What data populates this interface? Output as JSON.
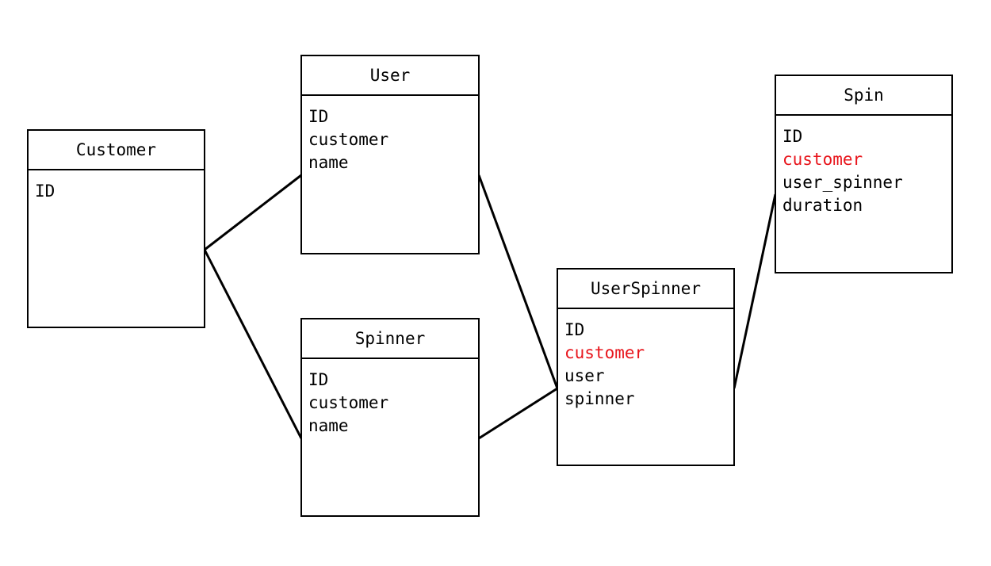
{
  "entities": {
    "customer": {
      "title": "Customer",
      "fields": [
        {
          "name": "ID",
          "highlight": false
        }
      ]
    },
    "user": {
      "title": "User",
      "fields": [
        {
          "name": "ID",
          "highlight": false
        },
        {
          "name": "customer",
          "highlight": false
        },
        {
          "name": "name",
          "highlight": false
        }
      ]
    },
    "spinner": {
      "title": "Spinner",
      "fields": [
        {
          "name": "ID",
          "highlight": false
        },
        {
          "name": "customer",
          "highlight": false
        },
        {
          "name": "name",
          "highlight": false
        }
      ]
    },
    "userspinner": {
      "title": "UserSpinner",
      "fields": [
        {
          "name": "ID",
          "highlight": false
        },
        {
          "name": "customer",
          "highlight": true
        },
        {
          "name": "user",
          "highlight": false
        },
        {
          "name": "spinner",
          "highlight": false
        }
      ]
    },
    "spin": {
      "title": "Spin",
      "fields": [
        {
          "name": "ID",
          "highlight": false
        },
        {
          "name": "customer",
          "highlight": true
        },
        {
          "name": "user_spinner",
          "highlight": false
        },
        {
          "name": "duration",
          "highlight": false
        }
      ]
    }
  },
  "relationships": [
    {
      "from": "customer",
      "to": "user"
    },
    {
      "from": "customer",
      "to": "spinner"
    },
    {
      "from": "user",
      "to": "userspinner"
    },
    {
      "from": "spinner",
      "to": "userspinner"
    },
    {
      "from": "userspinner",
      "to": "spin"
    }
  ],
  "colors": {
    "line": "#000000",
    "text": "#000000",
    "highlight": "#e8141b",
    "background": "#ffffff"
  }
}
